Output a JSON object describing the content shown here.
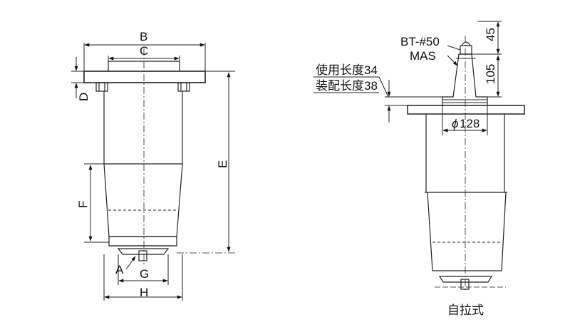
{
  "left_view": {
    "label_b": "B",
    "label_c": "C",
    "label_d": "D",
    "label_e": "E",
    "label_f": "F",
    "label_a": "A",
    "label_g": "G",
    "label_h": "H"
  },
  "right_view": {
    "label_bt": "BT-#50",
    "label_mas": "MAS",
    "label_45": "45",
    "label_105": "105",
    "label_use_length": "使用长度34",
    "label_assembly_length": "装配长度38",
    "label_diameter": "128",
    "diameter_symbol": "ϕ",
    "caption": "自拉式"
  }
}
